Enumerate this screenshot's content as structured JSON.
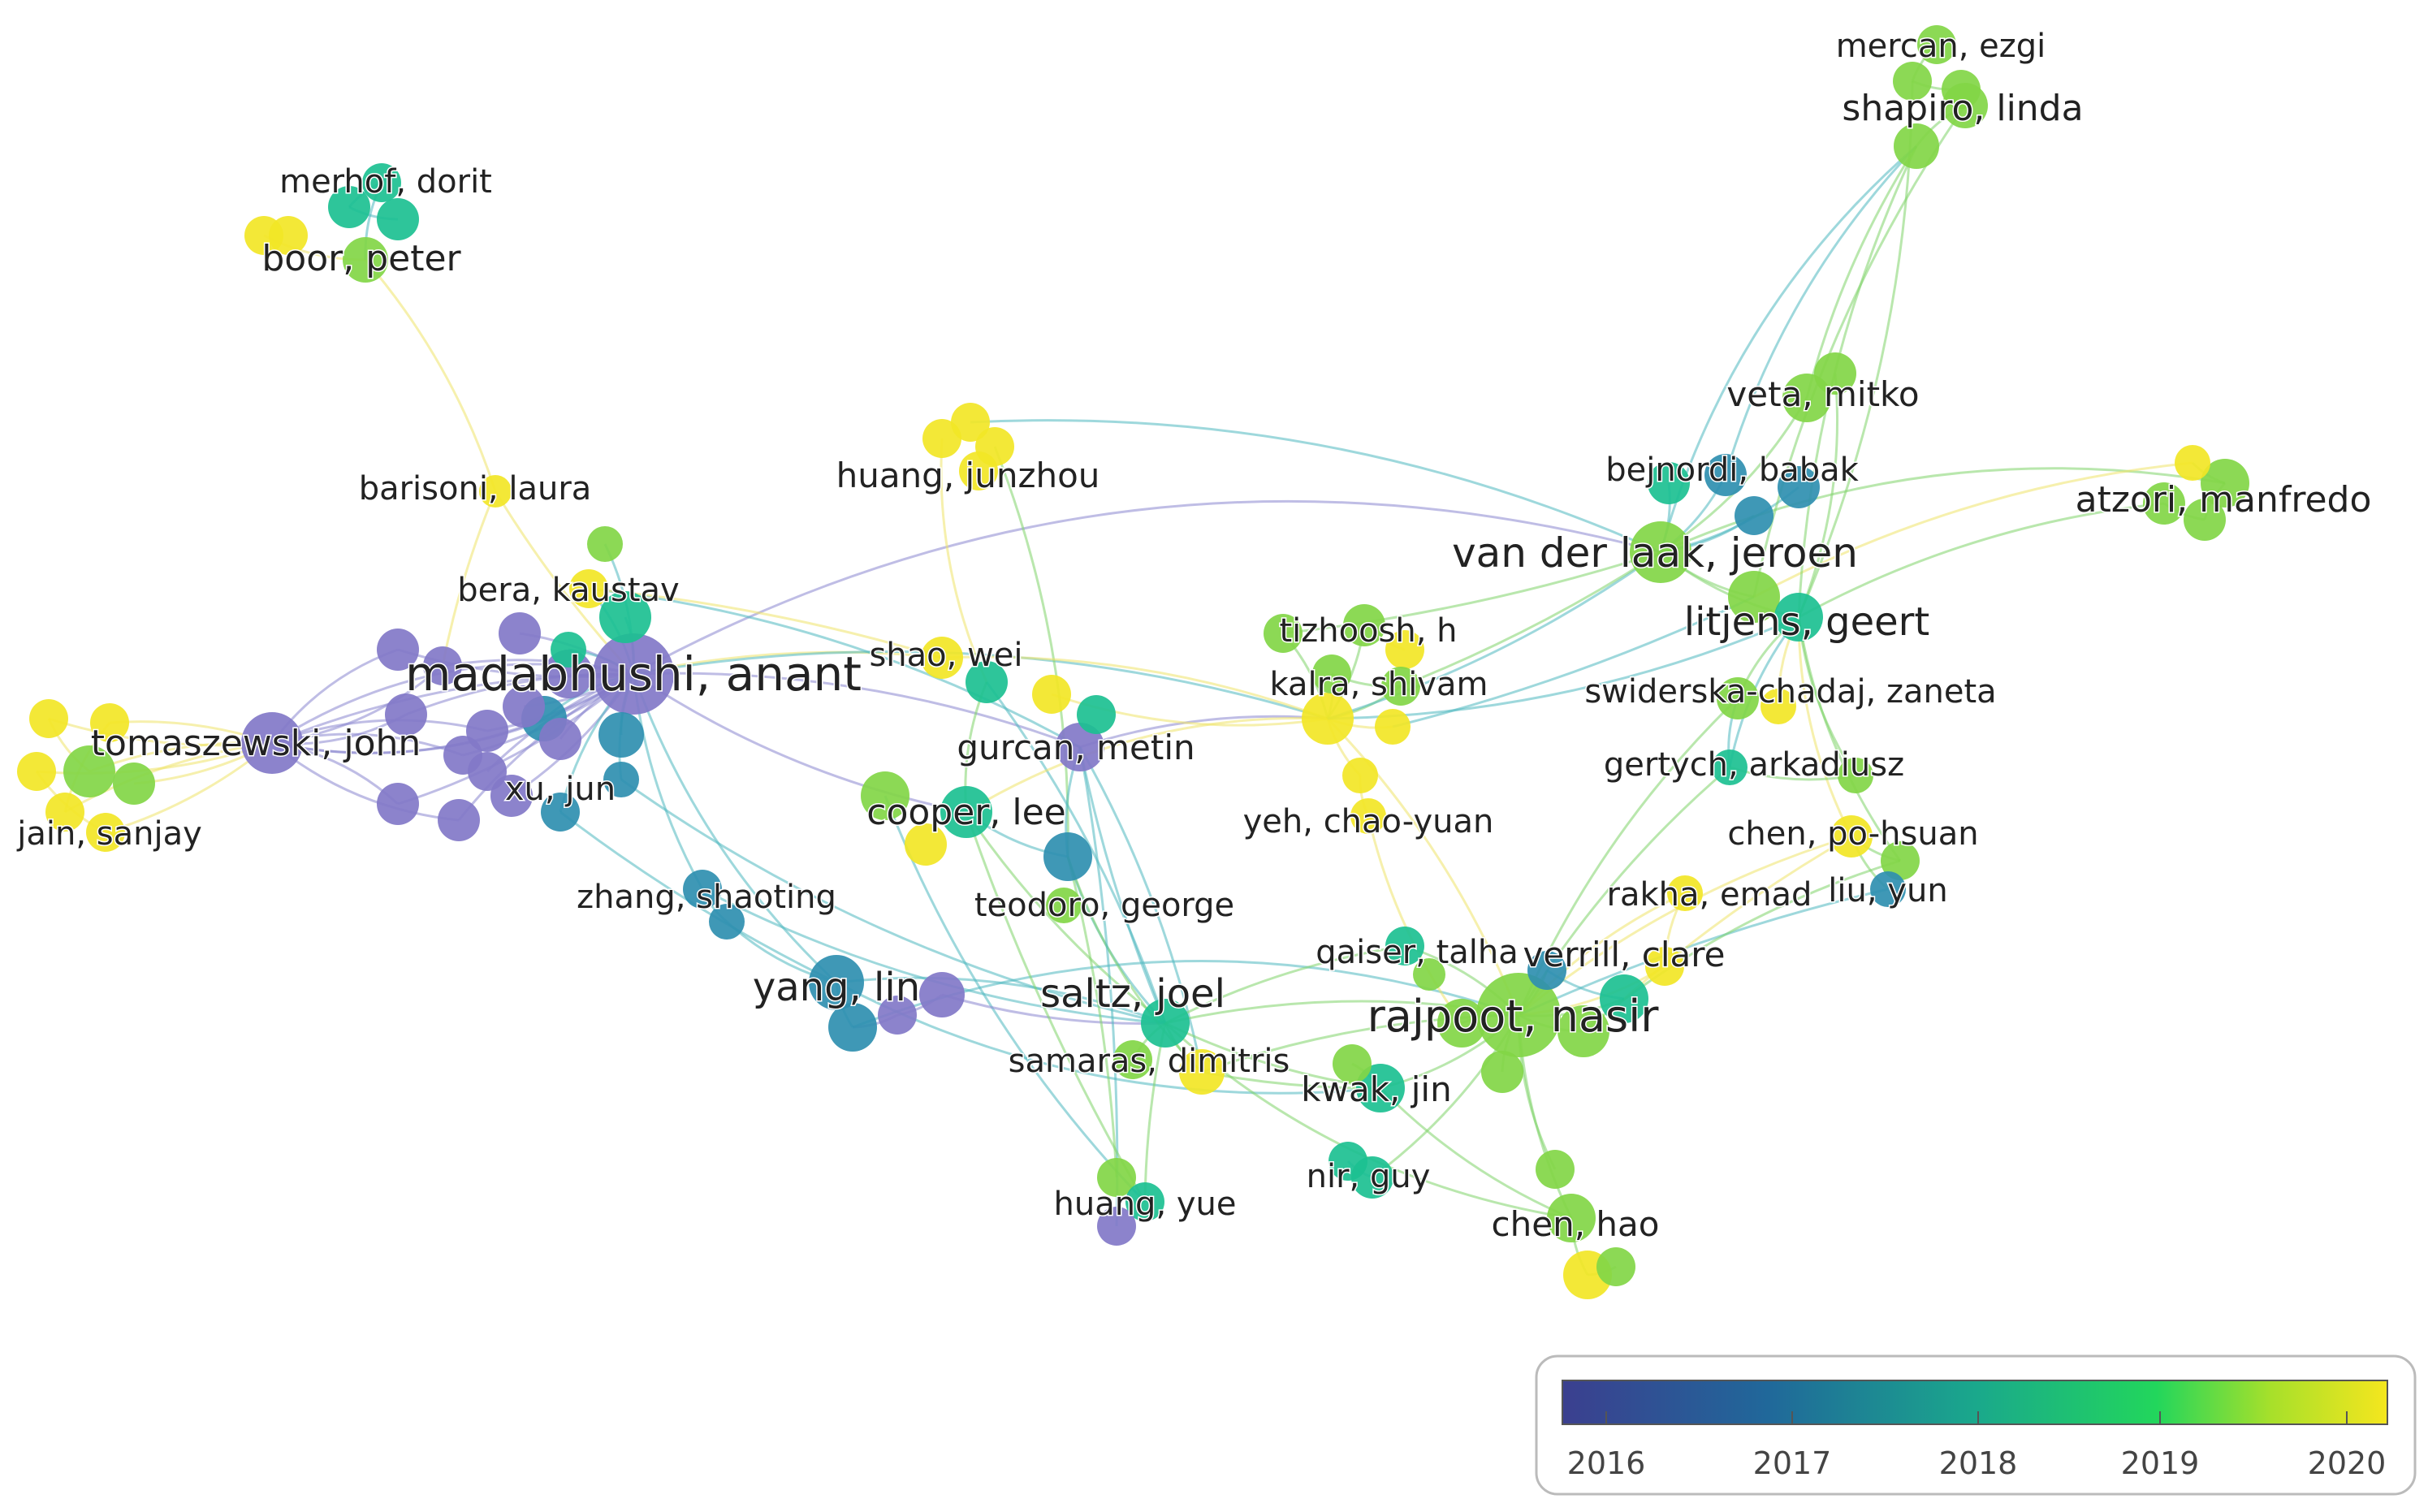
{
  "colors": {
    "y2015": "#8278c8",
    "y2016": "#3f5a9c",
    "y2017": "#2f8fb0",
    "y2018": "#1cc091",
    "y2019": "#82d646",
    "y2020": "#f2e626",
    "edge_purple": "#8a86cf",
    "edge_teal": "#4fb8c0",
    "edge_green": "#7fd36a",
    "edge_yellow": "#eee36a"
  },
  "legend": {
    "ticks": [
      "2016",
      "2017",
      "2018",
      "2019",
      "2020"
    ]
  },
  "labels": {
    "madabhushi": "madabhushi, anant",
    "tomaszewski": "tomaszewski, john",
    "jain": "jain, sanjay",
    "xu": "xu, jun",
    "bera": "bera, kaustav",
    "barisoni": "barisoni, laura",
    "merhof": "merhof, dorit",
    "boor": "boor, peter",
    "huang_junzhou": "huang, junzhou",
    "shao": "shao, wei",
    "gurcan": "gurcan, metin",
    "cooper": "cooper, lee",
    "teodoro": "teodoro, george",
    "zhang": "zhang, shaoting",
    "yang": "yang, lin",
    "saltz": "saltz, joel",
    "samaras": "samaras, dimitris",
    "huang_yue": "huang, yue",
    "kwak": "kwak, jin",
    "nir": "nir, guy",
    "chen_hao": "chen, hao",
    "rajpoot": "rajpoot, nasir",
    "qaiser": "qaiser, talha",
    "verrill": "verrill, clare",
    "rakha": "rakha, emad",
    "liu": "liu, yun",
    "chen_po": "chen, po-hsuan",
    "gertych": "gertych, arkadiusz",
    "swiderska": "swiderska-chadaj, zaneta",
    "litjens": "litjens, geert",
    "van_der_laak": "van der laak, jeroen",
    "bejnordi": "bejnordi, babak",
    "veta": "veta, mitko",
    "atzori": "atzori, manfredo",
    "shapiro": "shapiro, linda",
    "mercan": "mercan, ezgi",
    "tizhoosh": "tizhoosh, h",
    "kalra": "kalra, shivam",
    "yeh": "yeh, chao-yuan"
  }
}
